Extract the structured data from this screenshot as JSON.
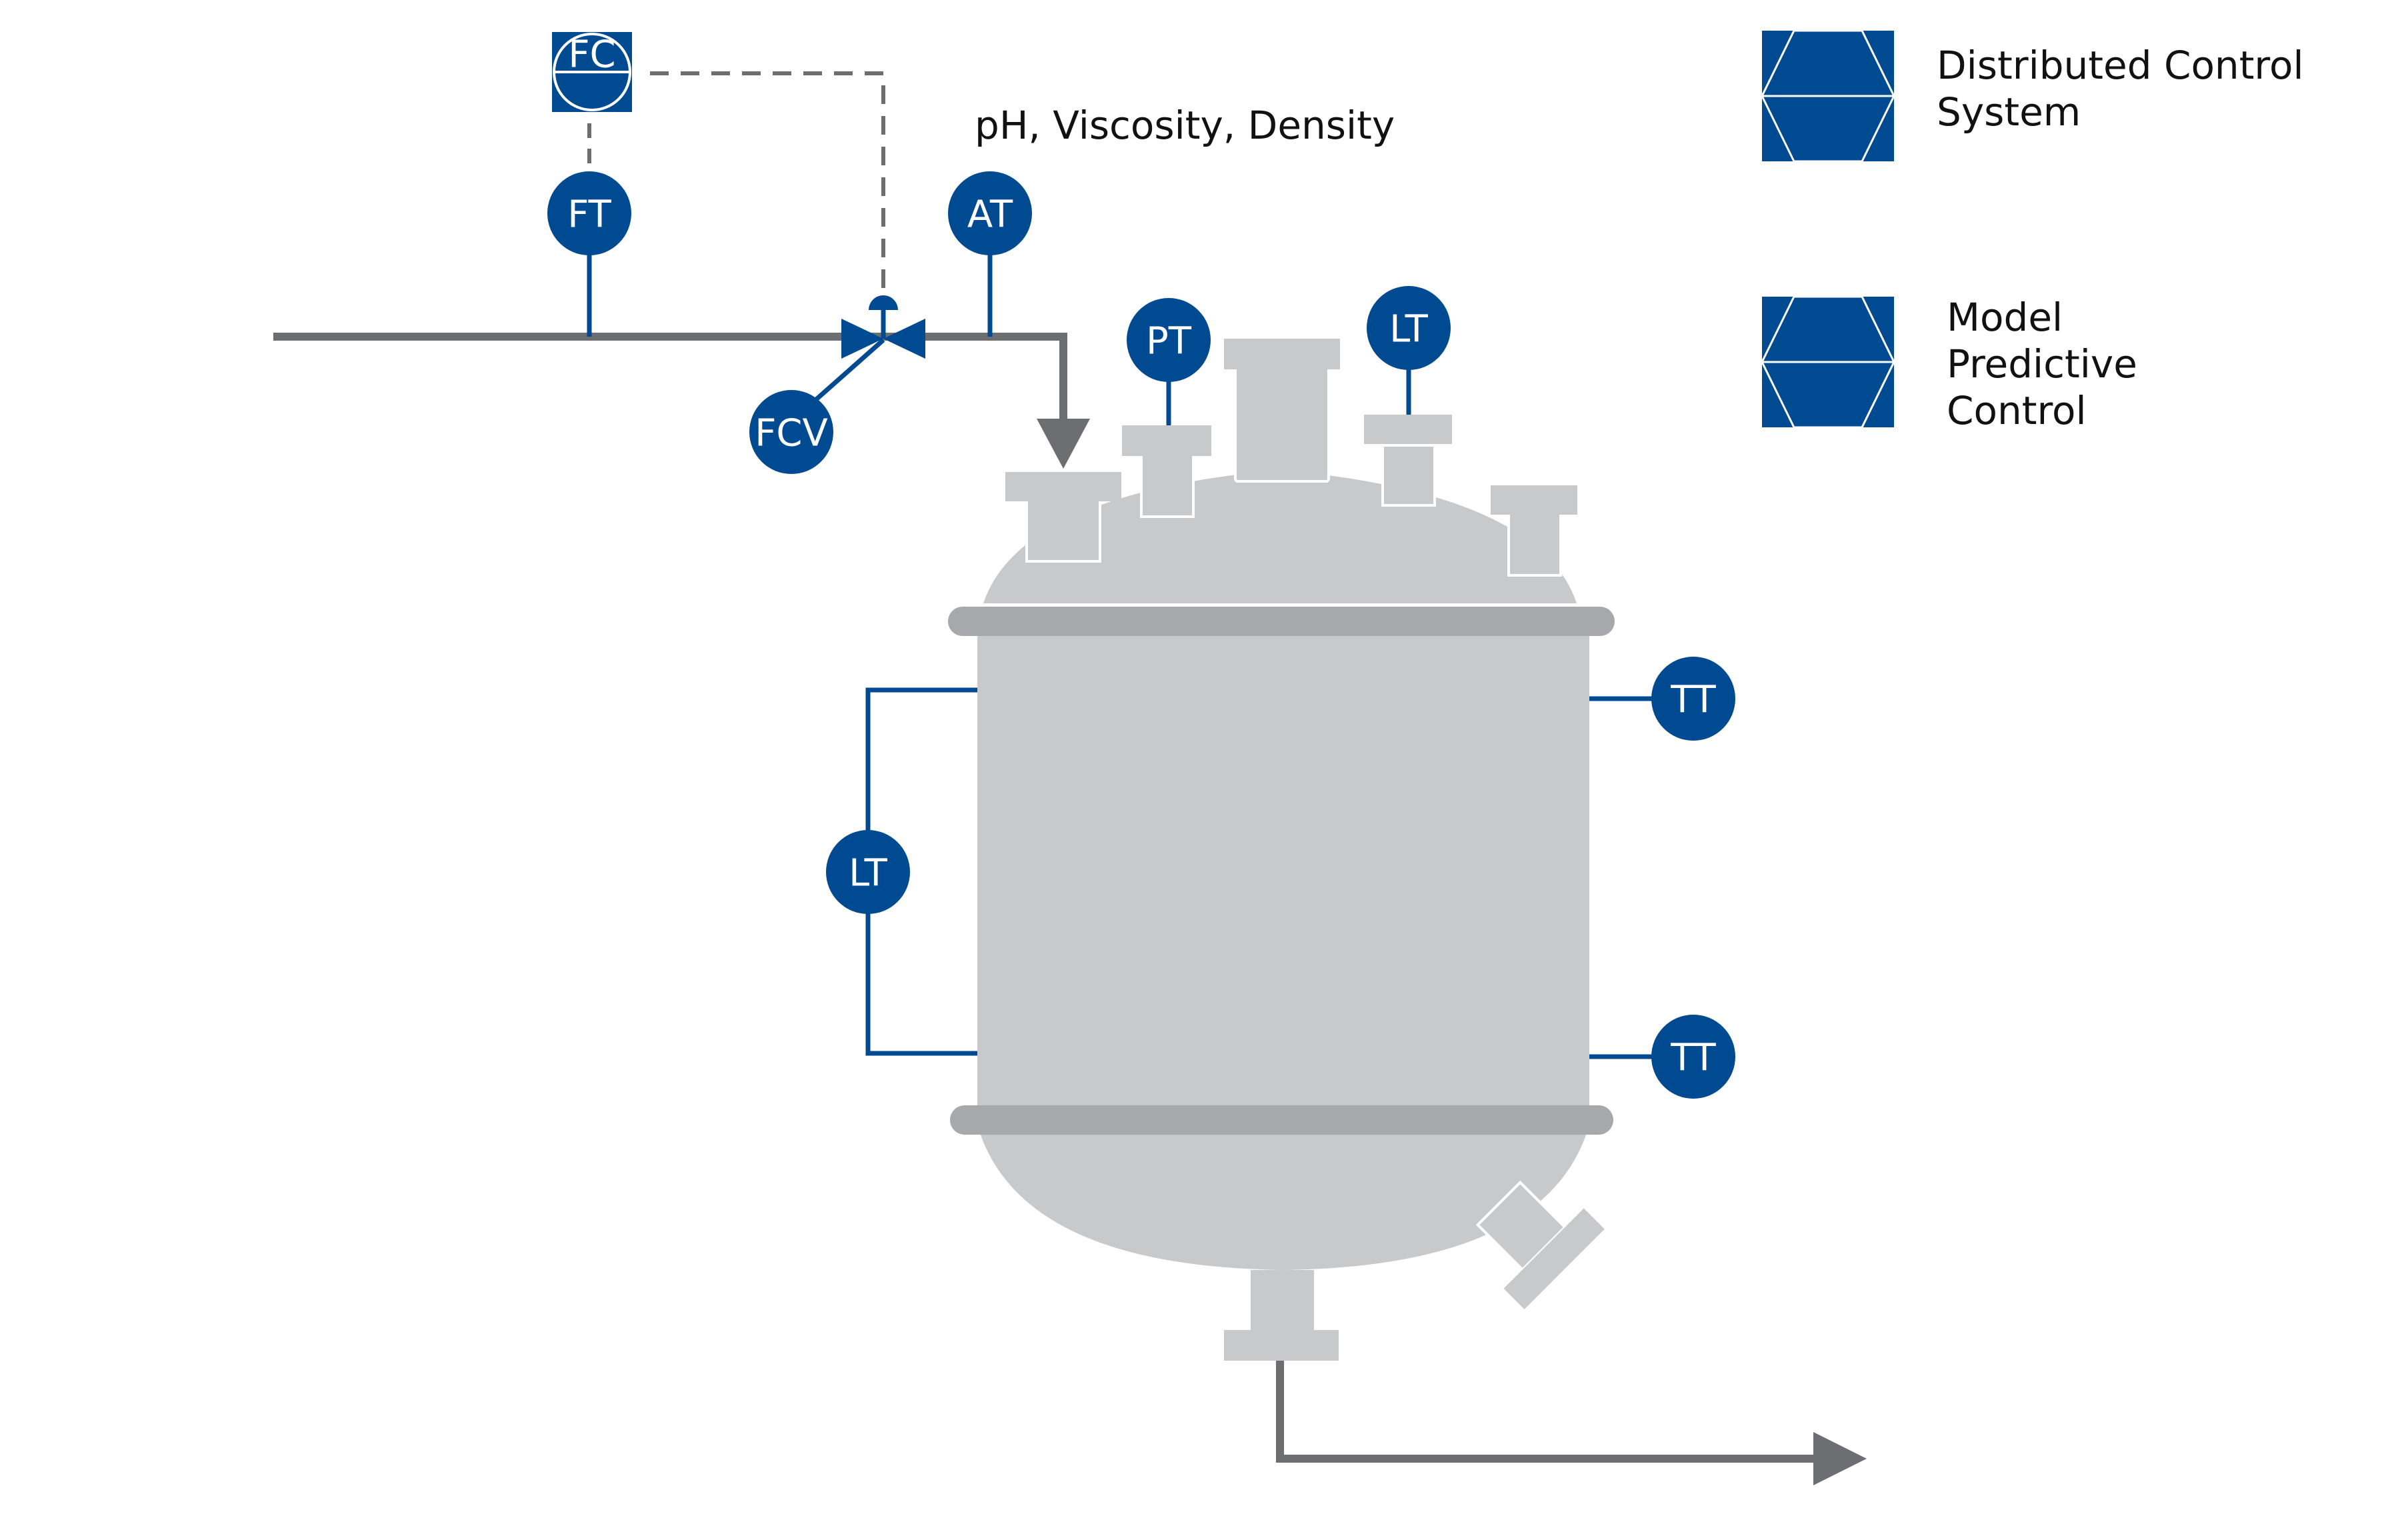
{
  "colors": {
    "instrument": "#004a92",
    "vessel": "#c8c9cb",
    "flange": "#a7a8ab",
    "pipe": "#6d6e71",
    "signal": "#6d6e71",
    "signal_line": "#004a92",
    "background": "#ffffff"
  },
  "process_label": "pH, Viscosity, Density",
  "instruments": {
    "fc": "FC",
    "ft": "FT",
    "at": "AT",
    "fcv": "FCV",
    "pt": "PT",
    "lt_top": "LT",
    "lt_side": "LT",
    "tt_upper": "TT",
    "tt_lower": "TT"
  },
  "legend": {
    "dcs": {
      "line1": "Distributed Control",
      "line2": "System",
      "icon": "dcs-icon"
    },
    "mpc": {
      "line1": "Model",
      "line2": "Predictive",
      "line3": "Control",
      "icon": "mpc-icon"
    }
  }
}
